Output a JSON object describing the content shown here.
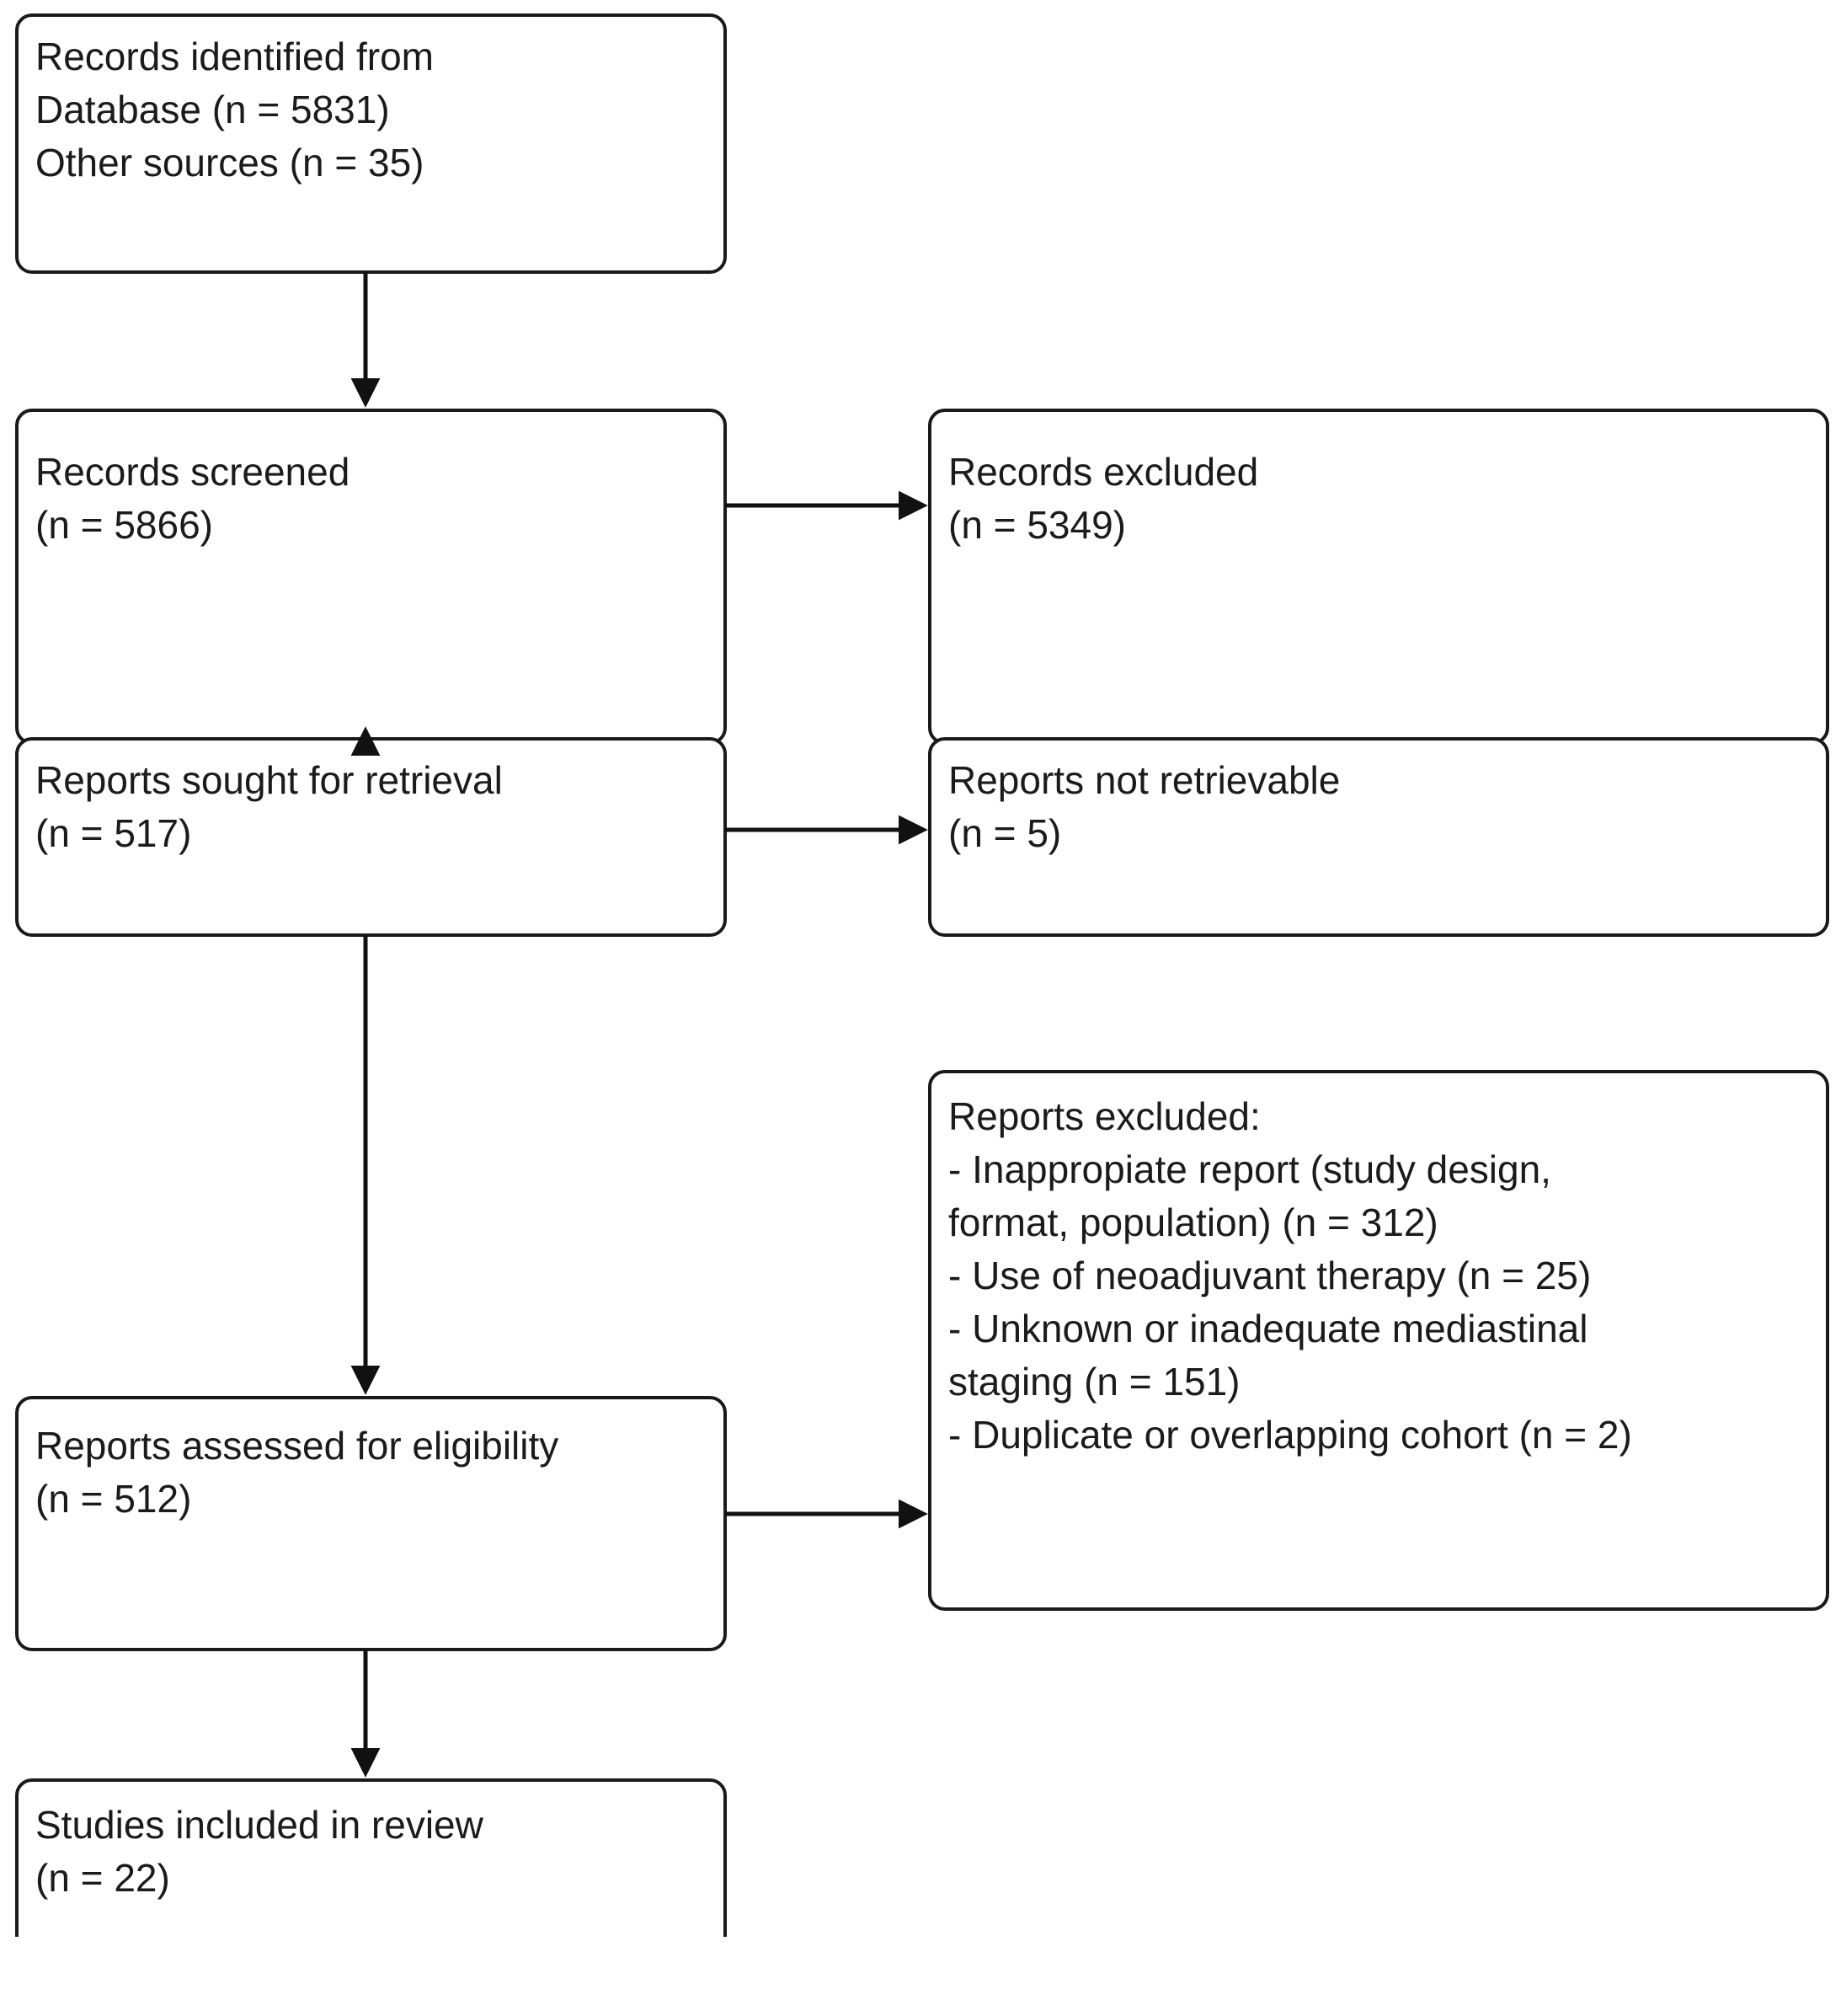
{
  "diagram": {
    "type": "prisma-flow-diagram",
    "title": "PRISMA Study Selection Flow Diagram",
    "nodes": [
      {
        "id": "records-identified",
        "name": "records-identified-box",
        "lines": [
          "Records identified from",
          "Database (n = 5831)",
          "Other sources (n = 35)"
        ],
        "counts": {
          "database": 5831,
          "other_sources": 35
        }
      },
      {
        "id": "records-screened",
        "name": "records-screened-box",
        "lines": [
          "Records screened",
          "(n = 5866)"
        ],
        "counts": {
          "n": 5866
        }
      },
      {
        "id": "records-excluded",
        "name": "records-excluded-box",
        "lines": [
          "Records excluded",
          "(n = 5349)"
        ],
        "counts": {
          "n": 5349
        }
      },
      {
        "id": "reports-sought",
        "name": "reports-sought-for-retrieval-box",
        "lines": [
          "Reports sought for retrieval",
          "(n = 517)"
        ],
        "counts": {
          "n": 517
        }
      },
      {
        "id": "reports-not-retrievable",
        "name": "reports-not-retrievable-box",
        "lines": [
          "Reports not retrievable",
          "(n = 5)"
        ],
        "counts": {
          "n": 5
        }
      },
      {
        "id": "reports-excluded",
        "name": "reports-excluded-box",
        "lines": [
          "Reports excluded:",
          "- Inappropiate report (study design,",
          "format, population) (n = 312)",
          "- Use of neoadjuvant therapy (n = 25)",
          "- Unknown or inadequate mediastinal",
          "staging (n = 151)",
          "- Duplicate or overlapping cohort (n = 2)"
        ],
        "counts": {
          "inappropriate_report": 312,
          "neoadjuvant_therapy": 25,
          "inadequate_mediastinal_staging": 151,
          "duplicate_or_overlapping_cohort": 2
        }
      },
      {
        "id": "reports-assessed",
        "name": "reports-assessed-for-eligibility-box",
        "lines": [
          "Reports assessed for eligibility",
          "(n = 512)"
        ],
        "counts": {
          "n": 512
        }
      },
      {
        "id": "studies-included",
        "name": "studies-included-in-review-box",
        "lines": [
          "Studies included in review",
          "(n = 22)"
        ],
        "counts": {
          "n": 22
        }
      }
    ],
    "edges": [
      {
        "from": "records-identified",
        "to": "records-screened",
        "direction": "down"
      },
      {
        "from": "records-screened",
        "to": "records-excluded",
        "direction": "right"
      },
      {
        "from": "records-screened",
        "to": "reports-sought",
        "direction": "down"
      },
      {
        "from": "reports-sought",
        "to": "reports-not-retrievable",
        "direction": "right"
      },
      {
        "from": "reports-sought",
        "to": "reports-assessed",
        "direction": "down"
      },
      {
        "from": "reports-assessed",
        "to": "reports-excluded",
        "direction": "right"
      },
      {
        "from": "reports-assessed",
        "to": "studies-included",
        "direction": "down"
      }
    ],
    "colors": {
      "background": "#ffffff",
      "box_fill": "#ffffff",
      "box_stroke": "#1a1a1a",
      "text": "#1b1b1b",
      "connector": "#111111"
    }
  }
}
